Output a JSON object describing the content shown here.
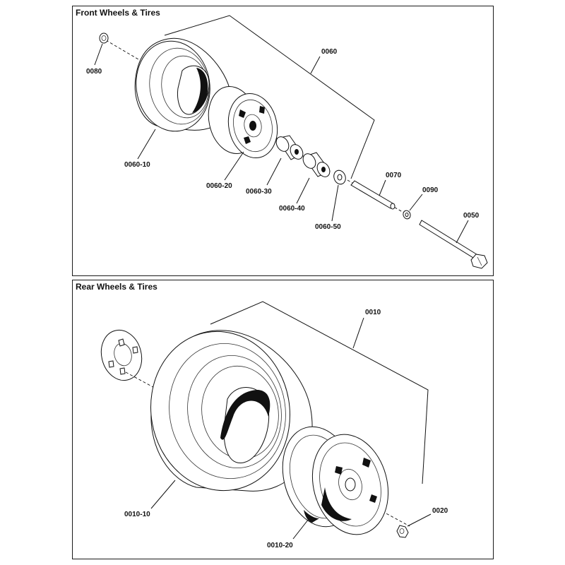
{
  "sections": {
    "front": {
      "title": "Front Wheels & Tires"
    },
    "rear": {
      "title": "Rear Wheels & Tires"
    }
  },
  "front_labels": {
    "p0080": "0080",
    "p0060": "0060",
    "p0060_10": "0060-10",
    "p0060_20": "0060-20",
    "p0060_30": "0060-30",
    "p0060_40": "0060-40",
    "p0060_50": "0060-50",
    "p0070": "0070",
    "p0090": "0090",
    "p0050": "0050"
  },
  "rear_labels": {
    "p0010": "0010",
    "p0010_10": "0010-10",
    "p0010_20": "0010-20",
    "p0020": "0020"
  }
}
